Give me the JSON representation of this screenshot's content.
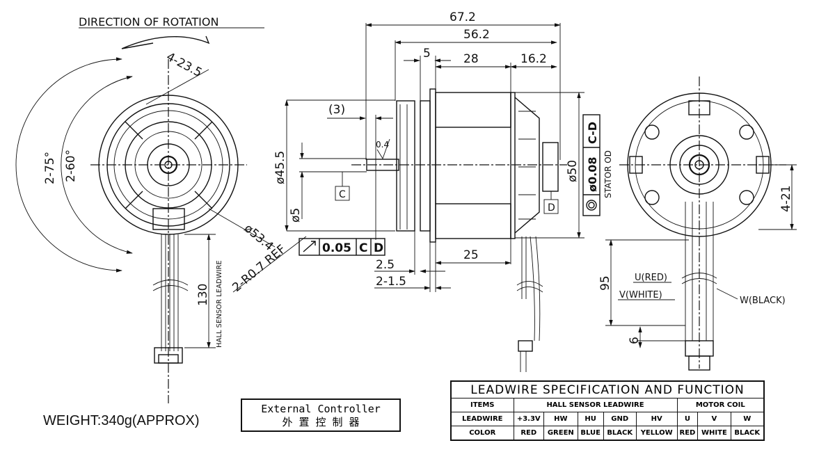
{
  "left_view": {
    "direction_label": "DIRECTION OF ROTATION",
    "holes": "4-23.5",
    "angle_outer": "2-75°",
    "angle_inner": "2-60°",
    "diameter": "ø53.4",
    "radius": "2-R0.7 REF",
    "hall_label": "HALL SENSOR LEADWIRE",
    "hall_length": "130"
  },
  "side_view": {
    "overall_length": "67.2",
    "body_length": "56.2",
    "flange": "5",
    "stator": "28",
    "rear": "16.2",
    "shaft_ext": "(3)",
    "roughness": "0.4",
    "dia_rotor": "ø45.5",
    "dia_shaft": "ø5",
    "datum_c": "C",
    "datum_d": "D",
    "runout": {
      "value": "0.05",
      "datum1": "C",
      "datum2": "D"
    },
    "dia_stator": "ø50",
    "concentric": {
      "value": "ø0.08",
      "datums": "C-D",
      "note": "STATOR OD"
    },
    "dim_2_5": "2.5",
    "dim_2_1_5": "2-1.5",
    "dim_25": "25"
  },
  "right_view": {
    "holes": "4-21",
    "lead_length": "95",
    "strip": "6",
    "wire_u": "U(RED)",
    "wire_v": "V(WHITE)",
    "wire_w": "W(BLACK)"
  },
  "weight": "WEIGHT:340g(APPROX)",
  "external_controller": {
    "en": "External Controller",
    "zh": "外 置 控 制 器"
  },
  "table": {
    "title": "LEADWIRE SPECIFICATION AND FUNCTION",
    "items_label": "ITEMS",
    "group_hall": "HALL SENSOR LEADWIRE",
    "group_motor": "MOTOR COIL",
    "leadwire_label": "LEADWIRE",
    "color_label": "COLOR",
    "leadwires": [
      "+3.3V",
      "HW",
      "HU",
      "GND",
      "HV",
      "U",
      "V",
      "W"
    ],
    "colors": [
      "RED",
      "GREEN",
      "BLUE",
      "BLACK",
      "YELLOW",
      "RED",
      "WHITE",
      "BLACK"
    ]
  }
}
